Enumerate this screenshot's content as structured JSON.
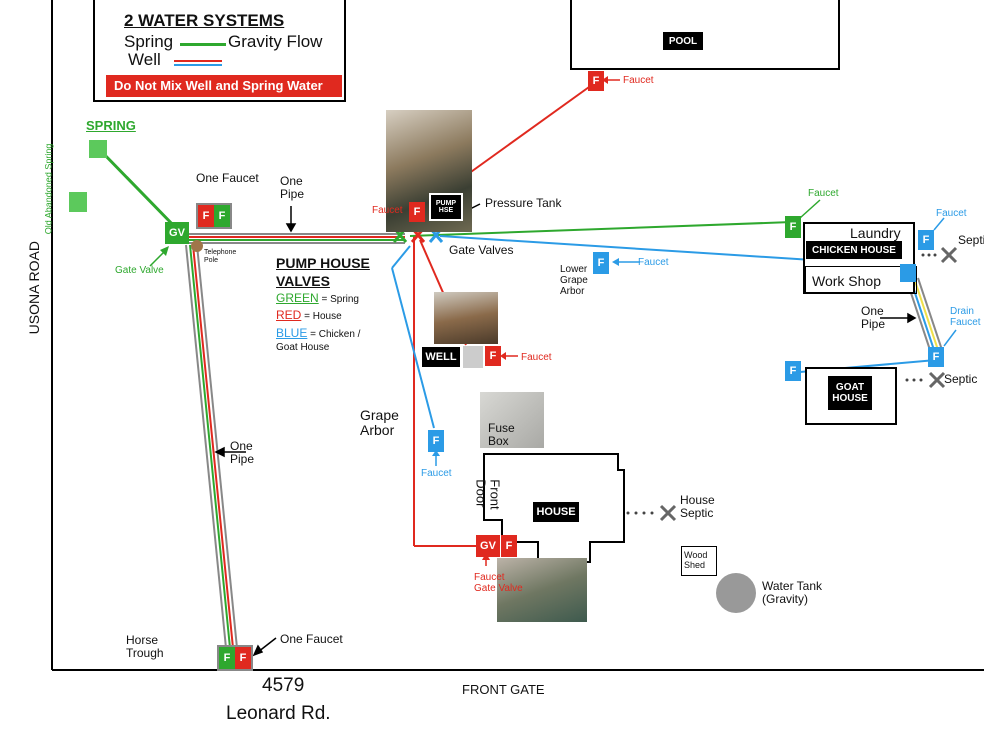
{
  "legend": {
    "title": "2 WATER SYSTEMS",
    "spring_label": "Spring",
    "gravity_label": "Gravity Flow",
    "well_label": "Well",
    "warning": "Do Not Mix Well and Spring Water"
  },
  "road_left": "USONA ROAD",
  "address_number": "4579",
  "address_street": "Leonard Rd.",
  "front_gate": "FRONT GATE",
  "spring": "SPRING",
  "old_spring": "Old Abandoned Spring",
  "gv": "GV",
  "f": "F",
  "gate_valve": "Gate Valve",
  "telephone_pole": "Telephone Pole",
  "one_faucet_top": "One Faucet",
  "one_pipe_top": "One Pipe",
  "one_pipe_left": "One Pipe",
  "horse_trough": "Horse Trough",
  "one_faucet_bottom": "One Faucet",
  "pool": "POOL",
  "faucet_pool": "Faucet",
  "pump_hse": "PUMP HSE",
  "pressure_tank": "Pressure Tank",
  "faucet_pump": "Faucet",
  "gate_valves": "Gate Valves",
  "pump_house_valves": {
    "title1": "PUMP HOUSE",
    "title2": "VALVES",
    "green": "GREEN",
    "green_desc": " = Spring",
    "red": "RED",
    "red_desc": " = House",
    "blue": "BLUE",
    "blue_desc": " = Chicken /",
    "blue_desc2": "Goat House"
  },
  "well": "WELL",
  "faucet_well": "Faucet",
  "grape_arbor": "Grape Arbor",
  "faucet_grape": "Faucet",
  "fuse_box": "Fuse Box",
  "front_door": "Front Door",
  "house": "HOUSE",
  "house_septic": "House Septic",
  "faucet_gate_valve": "Faucet Gate Valve",
  "wood_shed": "Wood Shed",
  "water_tank": "Water Tank (Gravity)",
  "lower_grape_arbor": "Lower Grape Arbor",
  "faucet_lower": "Faucet",
  "faucet_laundry_green": "Faucet",
  "laundry": "Laundry",
  "chicken_house": "CHICKEN HOUSE",
  "work_shop": "Work Shop",
  "faucet_laundry": "Faucet",
  "septic1": "Septic",
  "one_pipe_right": "One Pipe",
  "drain_faucet": "Drain Faucet",
  "goat_house": "GOAT HOUSE",
  "septic2": "Septic",
  "colors": {
    "red": "#e0291f",
    "green": "#2ea82e",
    "blue": "#2b9be6"
  }
}
